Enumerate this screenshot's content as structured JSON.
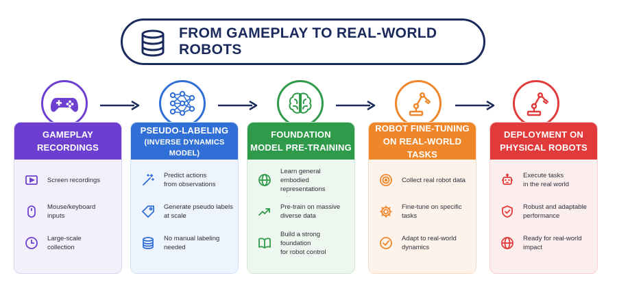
{
  "title": "FROM GAMEPLAY TO REAL-WORLD ROBOTS",
  "colors": {
    "navy": "#1b2a5c",
    "purple": "#6c3fd1",
    "blue": "#2f6fd6",
    "green": "#2f9a4a",
    "orange": "#f0862a",
    "red": "#e03a3a"
  },
  "stages": [
    {
      "title_lines": [
        "GAMEPLAY",
        "RECORDINGS"
      ],
      "subtitle": "",
      "items": [
        {
          "icon": "video-icon",
          "text_lines": [
            "Screen recordings"
          ]
        },
        {
          "icon": "mouse-icon",
          "text_lines": [
            "Mouse/keyboard",
            "inputs"
          ]
        },
        {
          "icon": "clock-icon",
          "text_lines": [
            "Large-scale",
            "collection"
          ]
        }
      ]
    },
    {
      "title_lines": [
        "PSEUDO-LABELING"
      ],
      "subtitle": "(INVERSE DYNAMICS MODEL)",
      "items": [
        {
          "icon": "magic-wand-icon",
          "text_lines": [
            "Predict actions",
            "from observations"
          ]
        },
        {
          "icon": "tag-icon",
          "text_lines": [
            "Generate pseudo labels",
            "at scale"
          ]
        },
        {
          "icon": "database-icon",
          "text_lines": [
            "No manual labeling",
            "needed"
          ]
        }
      ]
    },
    {
      "title_lines": [
        "FOUNDATION",
        "MODEL PRE-TRAINING"
      ],
      "subtitle": "",
      "items": [
        {
          "icon": "globe-icon",
          "text_lines": [
            "Learn general",
            "embodied representations"
          ]
        },
        {
          "icon": "trend-up-icon",
          "text_lines": [
            "Pre-train on massive",
            "diverse data"
          ]
        },
        {
          "icon": "book-icon",
          "text_lines": [
            "Build a strong foundation",
            "for robot control"
          ]
        }
      ]
    },
    {
      "title_lines": [
        "ROBOT FINE-TUNING",
        "ON REAL-WORLD TASKS"
      ],
      "subtitle": "",
      "items": [
        {
          "icon": "target-icon",
          "text_lines": [
            "Collect real robot data"
          ]
        },
        {
          "icon": "gear-icon",
          "text_lines": [
            "Fine-tune on specific",
            "tasks"
          ]
        },
        {
          "icon": "check-circle-icon",
          "text_lines": [
            "Adapt to real-world",
            "dynamics"
          ]
        }
      ]
    },
    {
      "title_lines": [
        "DEPLOYMENT ON",
        "PHYSICAL ROBOTS"
      ],
      "subtitle": "",
      "items": [
        {
          "icon": "robot-icon",
          "text_lines": [
            "Execute tasks",
            "in the real world"
          ]
        },
        {
          "icon": "shield-check-icon",
          "text_lines": [
            "Robust and adaptable",
            "performance"
          ]
        },
        {
          "icon": "globe-icon",
          "text_lines": [
            "Ready for real-world",
            "impact"
          ]
        }
      ]
    }
  ]
}
